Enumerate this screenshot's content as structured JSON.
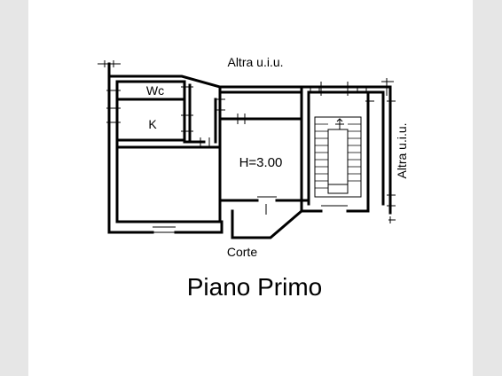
{
  "plan": {
    "title": "Piano Primo",
    "rooms": {
      "wc": "Wc",
      "kitchen": "K",
      "height": "H=3.00"
    },
    "labels": {
      "top_neighbor": "Altra u.i.u.",
      "right_neighbor": "Altra u.i.u.",
      "courtyard": "Corte"
    }
  }
}
